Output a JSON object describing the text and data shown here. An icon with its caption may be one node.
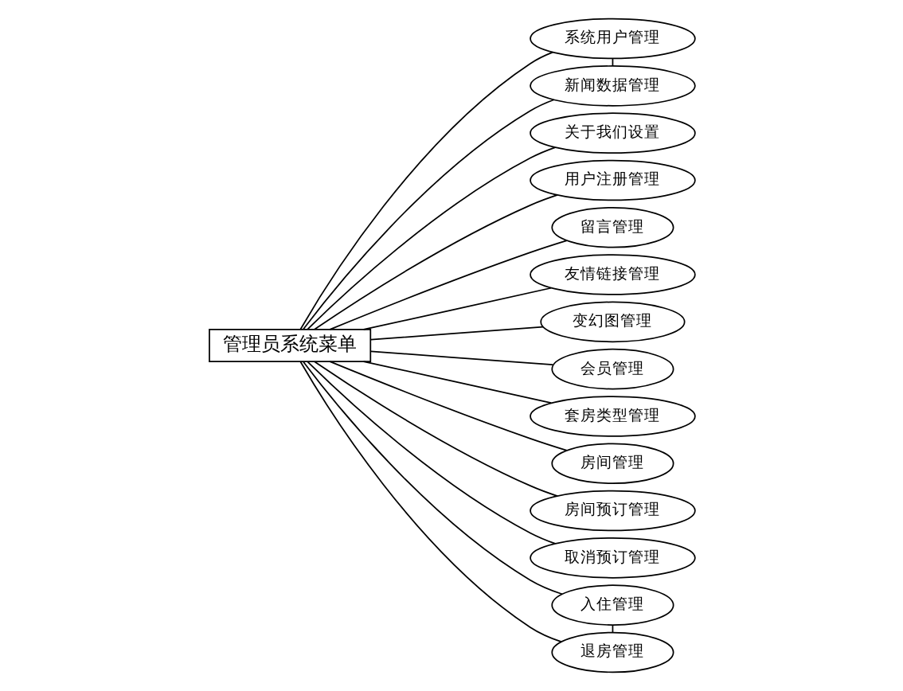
{
  "diagram": {
    "nodes": [
      {
        "text": [
          "管理员系统菜单"
        ]
      },
      {
        "text": [
          "系统用户管理"
        ]
      },
      {
        "text": [
          "新闻数据管理"
        ]
      },
      {
        "text": [
          "关于我们设置"
        ]
      },
      {
        "text": [
          "用户注册管理"
        ]
      },
      {
        "text": [
          "留言管理"
        ]
      },
      {
        "text": [
          "友情链接管理"
        ]
      },
      {
        "text": [
          "变幻图管理"
        ]
      },
      {
        "text": [
          "会员管理"
        ]
      },
      {
        "text": [
          "套房类型管理"
        ]
      },
      {
        "text": [
          "房间管理"
        ]
      },
      {
        "text": [
          "房间预订管理"
        ]
      },
      {
        "text": [
          "取消预订管理"
        ]
      },
      {
        "text": [
          "入住管理"
        ]
      },
      {
        "text": [
          "退房管理"
        ]
      }
    ],
    "edges": [
      {
        "from": 0,
        "to": 1,
        "arrow": "none"
      },
      {
        "from": 0,
        "to": 2,
        "arrow": "none"
      },
      {
        "from": 0,
        "to": 3,
        "arrow": "none"
      },
      {
        "from": 0,
        "to": 4,
        "arrow": "none"
      },
      {
        "from": 0,
        "to": 5,
        "arrow": "none"
      },
      {
        "from": 0,
        "to": 6,
        "arrow": "none"
      },
      {
        "from": 0,
        "to": 7,
        "arrow": "none"
      },
      {
        "from": 0,
        "to": 8,
        "arrow": "none"
      },
      {
        "from": 0,
        "to": 9,
        "arrow": "none"
      },
      {
        "from": 0,
        "to": 10,
        "arrow": "none"
      },
      {
        "from": 0,
        "to": 11,
        "arrow": "none"
      },
      {
        "from": 0,
        "to": 12,
        "arrow": "none"
      },
      {
        "from": 0,
        "to": 13,
        "arrow": "none"
      },
      {
        "from": 0,
        "to": 14,
        "arrow": "none"
      },
      {
        "from": 1,
        "to": 2,
        "arrow": "none"
      },
      {
        "from": 13,
        "to": 14,
        "arrow": "none"
      }
    ]
  }
}
